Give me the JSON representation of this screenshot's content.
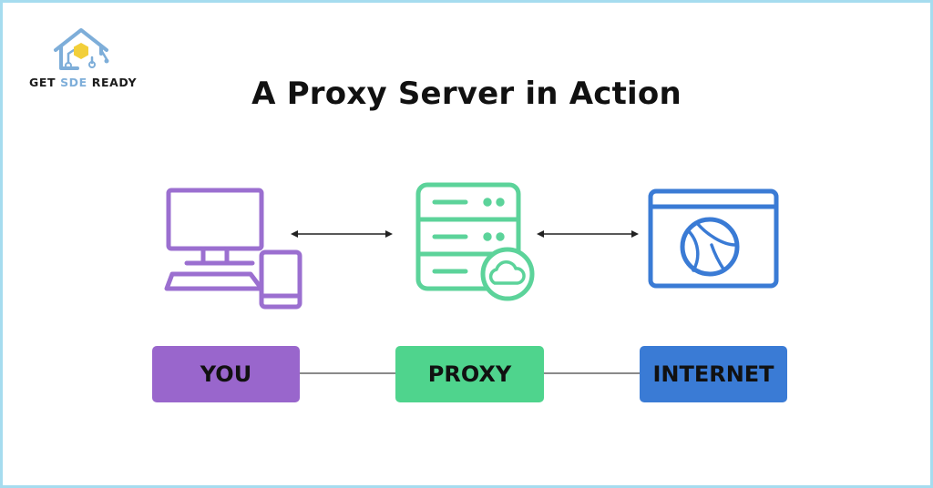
{
  "brand": {
    "prefix": "GET ",
    "accent": "SDE",
    "suffix": " READY",
    "colors": {
      "logo_blue": "#7eaed9",
      "logo_yellow": "#f2cf3a",
      "text": "#1b1b1b"
    }
  },
  "title": "A Proxy Server in Action",
  "nodes": [
    {
      "id": "you",
      "label": "YOU",
      "icon": "desktop-and-phone-icon",
      "color": "#9966cc",
      "stroke": "#9b6fd0"
    },
    {
      "id": "proxy",
      "label": "PROXY",
      "icon": "server-with-cloud-icon",
      "color": "#4fd48d",
      "stroke": "#5cd39a"
    },
    {
      "id": "internet",
      "label": "INTERNET",
      "icon": "browser-globe-icon",
      "color": "#3a7bd5",
      "stroke": "#3a7bd5"
    }
  ],
  "arrows": [
    {
      "from": "you",
      "to": "proxy",
      "direction": "bidirectional"
    },
    {
      "from": "proxy",
      "to": "internet",
      "direction": "bidirectional"
    }
  ]
}
